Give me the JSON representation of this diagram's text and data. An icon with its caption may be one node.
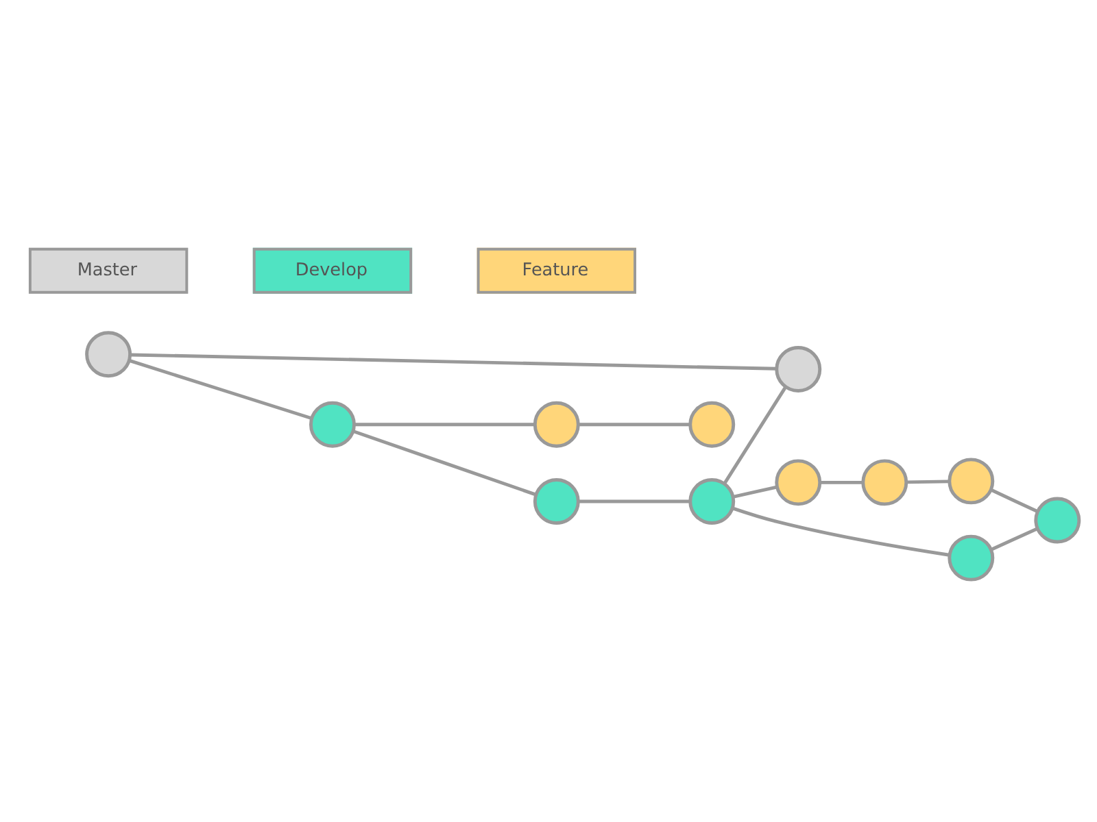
{
  "diagram": {
    "nodes": [
      {
        "text": [],
        "shape": "circle"
      },
      {
        "text": [],
        "shape": "circle"
      },
      {
        "text": [],
        "shape": "circle"
      },
      {
        "text": [],
        "shape": "circle"
      },
      {
        "text": [],
        "shape": "circle"
      },
      {
        "text": [],
        "shape": "circle"
      },
      {
        "text": [],
        "shape": "circle"
      },
      {
        "text": [],
        "shape": "circle"
      },
      {
        "text": [],
        "shape": "circle"
      },
      {
        "text": [],
        "shape": "circle"
      },
      {
        "text": [],
        "shape": "circle"
      },
      {
        "text": [],
        "shape": "circle"
      }
    ],
    "edges": [
      {
        "from": 0,
        "to": 1,
        "arrow": "none"
      },
      {
        "from": 0,
        "to": 2,
        "arrow": "none"
      },
      {
        "from": 2,
        "to": 3,
        "arrow": "none"
      },
      {
        "from": 3,
        "to": 4,
        "arrow": "none"
      },
      {
        "from": 4,
        "to": 1,
        "arrow": "none"
      },
      {
        "from": 4,
        "to": 5,
        "arrow": "none"
      },
      {
        "from": 5,
        "to": 6,
        "arrow": "none"
      },
      {
        "from": 4,
        "to": 7,
        "arrow": "none"
      },
      {
        "from": 7,
        "to": 8,
        "arrow": "none"
      },
      {
        "from": 8,
        "to": 9,
        "arrow": "none"
      },
      {
        "from": 9,
        "to": 6,
        "arrow": "none"
      },
      {
        "from": 2,
        "to": 10,
        "arrow": "none"
      },
      {
        "from": 10,
        "to": 11,
        "arrow": "none"
      }
    ],
    "legend": [
      {
        "text": "Master",
        "color": "#d8d8d8"
      },
      {
        "text": "Develop",
        "color": "#50e3c2"
      },
      {
        "text": "Feature",
        "color": "#ffd67a"
      }
    ]
  }
}
